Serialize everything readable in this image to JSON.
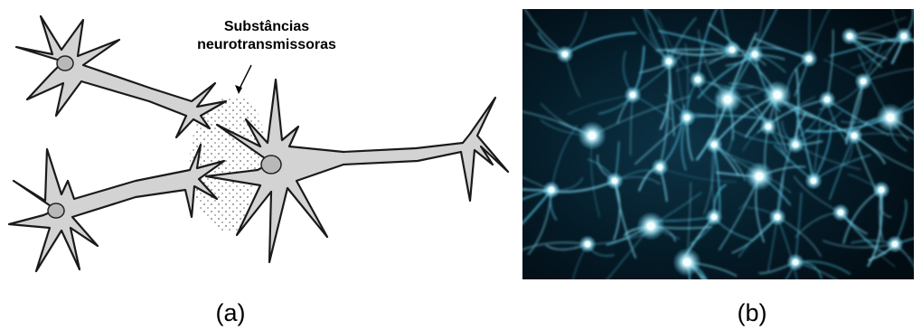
{
  "diagram": {
    "annotation_line1": "Substâncias",
    "annotation_line2": "neurotransmissoras",
    "panel_a_label": "(a)",
    "panel_b_label": "(b)"
  }
}
